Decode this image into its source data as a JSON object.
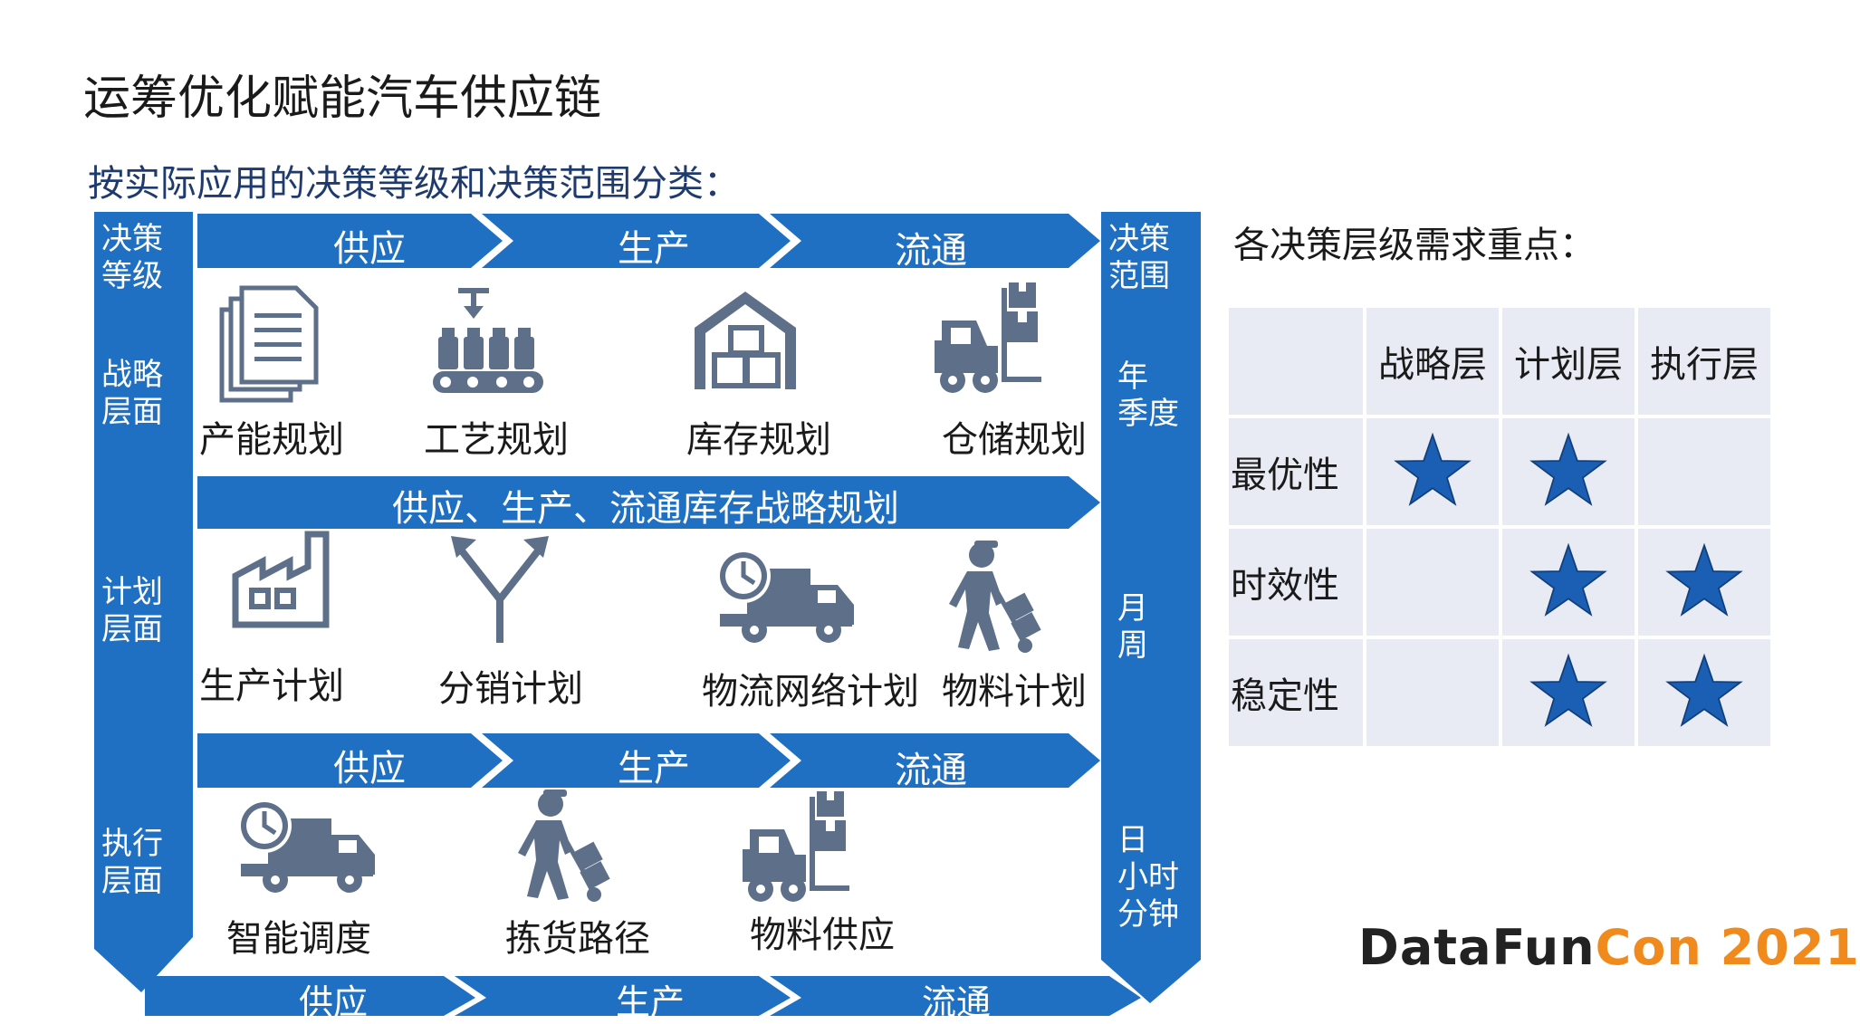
{
  "page": {
    "title": "运筹优化赋能汽车供应链",
    "subtitle": "按实际应用的决策等级和决策范围分类："
  },
  "left_axis": {
    "header": "决策\n等级",
    "levels": [
      "战略\n层面",
      "计划\n层面",
      "执行\n层面"
    ]
  },
  "right_axis": {
    "header": "决策\n范围",
    "scopes": [
      "年\n季度",
      "月\n周",
      "日\n小时\n分钟"
    ]
  },
  "flow_labels": [
    "供应",
    "生产",
    "流通"
  ],
  "strategy_band": "供应、生产、流通库存战略规划",
  "strategic_items": [
    {
      "label": "产能规划",
      "icon": "document-stack-icon"
    },
    {
      "label": "工艺规划",
      "icon": "production-line-icon"
    },
    {
      "label": "库存规划",
      "icon": "warehouse-icon"
    },
    {
      "label": "仓储规划",
      "icon": "forklift-icon"
    }
  ],
  "planning_items": [
    {
      "label": "生产计划",
      "icon": "factory-icon"
    },
    {
      "label": "分销计划",
      "icon": "split-arrow-icon"
    },
    {
      "label": "物流网络计划",
      "icon": "delivery-truck-icon"
    },
    {
      "label": "物料计划",
      "icon": "hand-truck-worker-icon"
    }
  ],
  "execution_items": [
    {
      "label": "智能调度",
      "icon": "delivery-truck-icon"
    },
    {
      "label": "拣货路径",
      "icon": "hand-truck-worker-icon"
    },
    {
      "label": "物料供应",
      "icon": "forklift-icon"
    }
  ],
  "panel": {
    "title": "各决策层级需求重点：",
    "columns": [
      "战略层",
      "计划层",
      "执行层"
    ],
    "rows": [
      {
        "label": "最优性",
        "stars": [
          true,
          true,
          false
        ]
      },
      {
        "label": "时效性",
        "stars": [
          false,
          true,
          true
        ]
      },
      {
        "label": "稳定性",
        "stars": [
          false,
          true,
          true
        ]
      }
    ]
  },
  "logo": {
    "part1": "DataFun",
    "part2": "Con 2021"
  },
  "colors": {
    "primary_blue": "#1f6fc2",
    "icon_gray": "#5e6f8a",
    "star_blue": "#1a5fb4",
    "table_bg": "#e8ebf3",
    "logo_dark": "#222222",
    "logo_orange": "#f08a1c"
  }
}
